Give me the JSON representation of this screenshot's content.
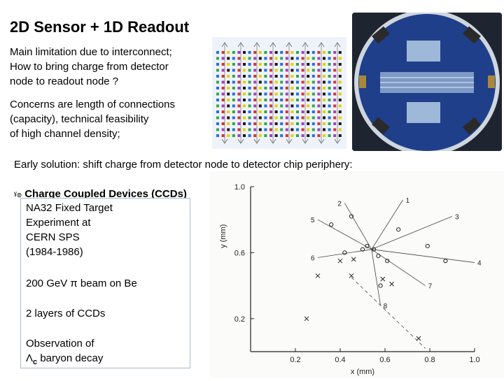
{
  "slide": {
    "title": "2D Sensor + 1D Readout",
    "para1": "Main limitation due to interconnect;\nHow to bring charge from detector\nnode to readout node ?",
    "para2": "Concerns are length of connections\n(capacity), technical feasibility\nof high channel density;",
    "para3": "Early solution: shift charge from detector node to detector chip periphery:",
    "bullet_glyph": "ˠ๏",
    "bullet": "Charge Coupled Devices (CCDs)"
  },
  "infobox": {
    "line1": "NA32 Fixed Target",
    "line2": "Experiment at",
    "line3": "CERN SPS",
    "line4": "(1984-1986)",
    "line5": "200 GeV π beam on Be",
    "line6": "2 layers of CCDs",
    "line7": "Observation of",
    "line8_prefix": "Λ",
    "line8_sub": "c",
    "line8_suffix": " baryon decay"
  },
  "sensor_colors": [
    "#2b6fd6",
    "#e0302a",
    "#e5d000",
    "#2fa84a",
    "#b03ac8",
    "#1a1a1a"
  ],
  "chip_colors": {
    "board": "#1f3f8a",
    "chip": "#9db8d8",
    "pad": "#2a2a2a",
    "gold": "#a8893c"
  },
  "chart_data": {
    "type": "scatter",
    "xlabel": "x (mm)",
    "ylabel": "y (mm)",
    "xlim": [
      0.0,
      1.0
    ],
    "ylim": [
      0.0,
      1.0
    ],
    "xticks": [
      "0.2",
      "0.4",
      "0.6",
      "0.8",
      "1.0"
    ],
    "yticks": [
      "0.2",
      "0.6",
      "1.0"
    ],
    "track_labels": [
      "1",
      "2",
      "3",
      "4",
      "5",
      "6",
      "7",
      "8"
    ],
    "hits": [
      {
        "x": 0.52,
        "y": 0.64
      },
      {
        "x": 0.5,
        "y": 0.62
      },
      {
        "x": 0.55,
        "y": 0.62
      },
      {
        "x": 0.57,
        "y": 0.58
      },
      {
        "x": 0.61,
        "y": 0.55
      },
      {
        "x": 0.45,
        "y": 0.82
      },
      {
        "x": 0.66,
        "y": 0.74
      },
      {
        "x": 0.79,
        "y": 0.64
      },
      {
        "x": 0.87,
        "y": 0.55
      },
      {
        "x": 0.36,
        "y": 0.77
      },
      {
        "x": 0.42,
        "y": 0.6
      },
      {
        "x": 0.58,
        "y": 0.4
      }
    ],
    "crosses": [
      {
        "x": 0.46,
        "y": 0.56
      },
      {
        "x": 0.4,
        "y": 0.55
      },
      {
        "x": 0.3,
        "y": 0.46
      },
      {
        "x": 0.45,
        "y": 0.46
      },
      {
        "x": 0.59,
        "y": 0.44
      },
      {
        "x": 0.63,
        "y": 0.41
      },
      {
        "x": 0.75,
        "y": 0.08
      },
      {
        "x": 0.25,
        "y": 0.2
      }
    ]
  }
}
